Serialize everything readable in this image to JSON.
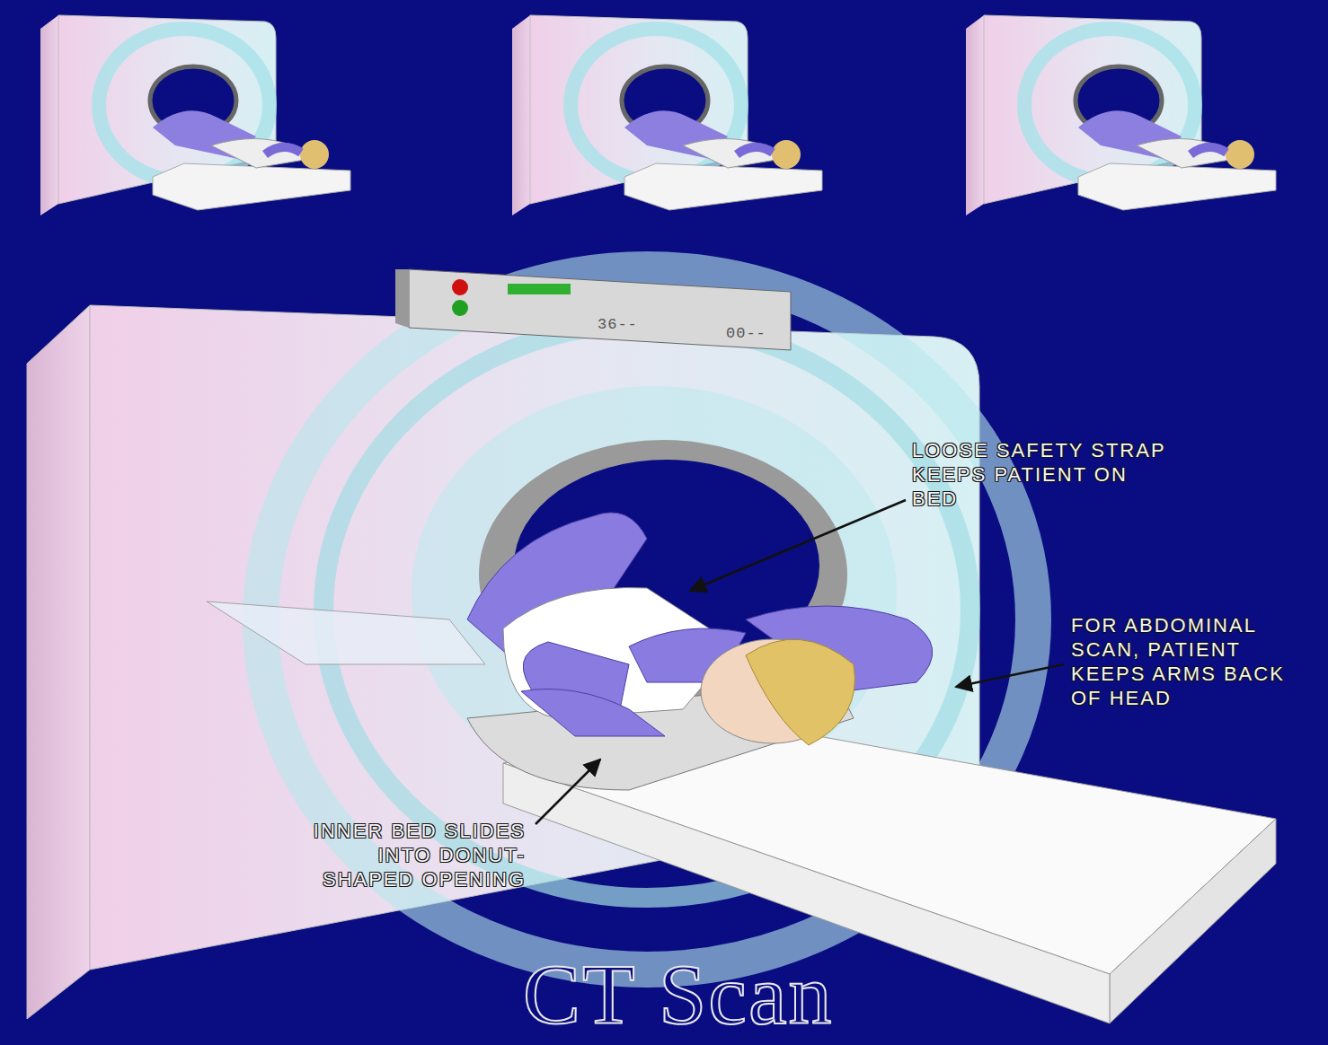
{
  "diagram": {
    "title": "CT Scan",
    "labels": [
      "36--",
      "00--",
      "LOOSE SAFETY STRAP KEEPS PATIENT ON BED",
      "FOR ABDOMINAL SCAN, PATIENT KEEPS ARMS BACK OF HEAD",
      "INNER BED SLIDES INTO DONUT-SHAPED OPENING"
    ]
  }
}
